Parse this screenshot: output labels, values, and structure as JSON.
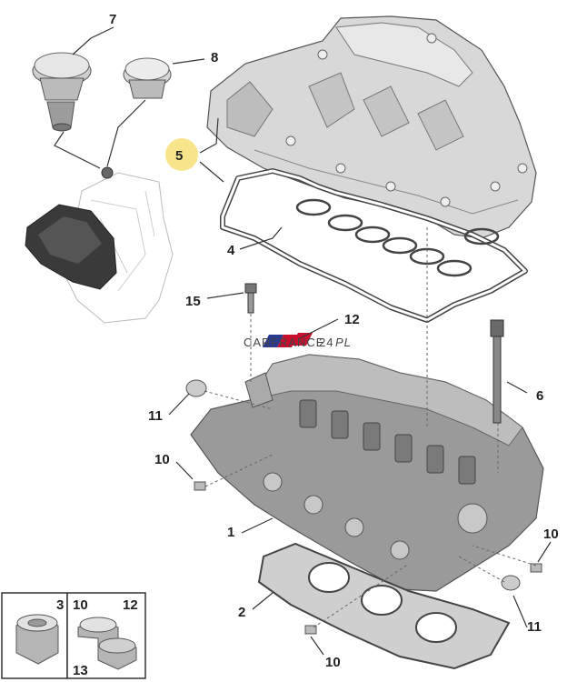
{
  "diagram": {
    "callouts": {
      "c1": "1",
      "c2": "2",
      "c4": "4",
      "c5": "5",
      "c6": "6",
      "c7": "7",
      "c8": "8",
      "c10a": "10",
      "c10b": "10",
      "c10c": "10",
      "c11a": "11",
      "c11b": "11",
      "c12": "12",
      "c15": "15"
    },
    "highlight_color": "#f7e58c",
    "inset": {
      "label_3": "3",
      "label_10": "10",
      "label_12": "12",
      "label_13": "13"
    },
    "watermark": {
      "left": "CAR",
      "mid": "FRANCE",
      "num": "24",
      "suffix": "PL"
    }
  }
}
